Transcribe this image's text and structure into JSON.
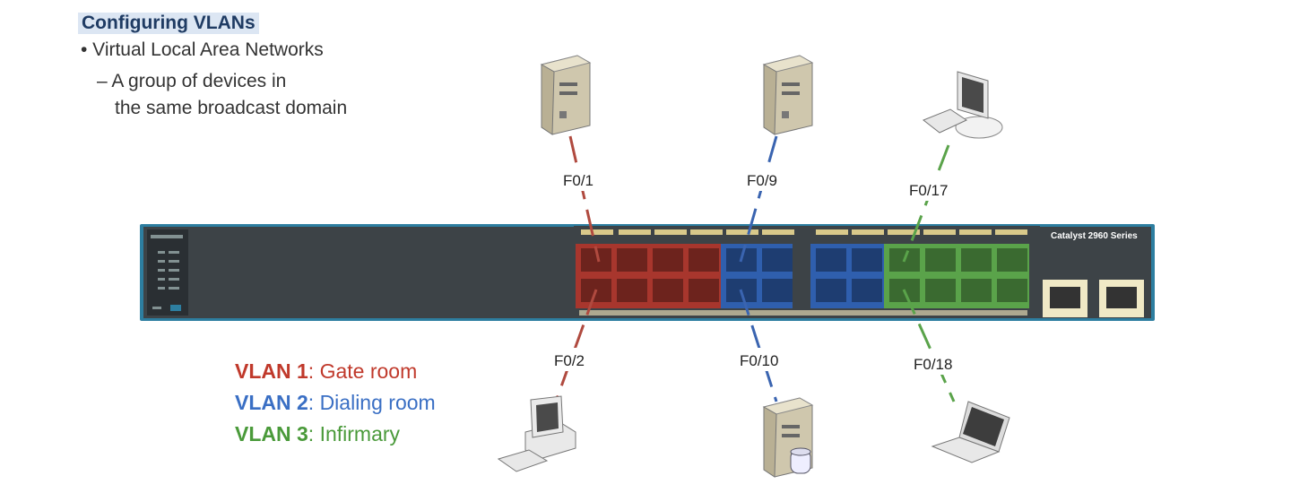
{
  "heading": "Configuring VLANs",
  "bullets": {
    "level1": "• Virtual Local Area Networks",
    "level2_line1": "– A group of devices in",
    "level2_line2": "the same broadcast domain"
  },
  "switch": {
    "model_label": "Catalyst 2960 Series"
  },
  "ports": {
    "p1": "F0/1",
    "p2": "F0/2",
    "p9": "F0/9",
    "p10": "F0/10",
    "p17": "F0/17",
    "p18": "F0/18"
  },
  "legend": [
    {
      "vlan": "VLAN 1",
      "name": ": Gate room",
      "color": "#c0392b"
    },
    {
      "vlan": "VLAN 2",
      "name": ": Dialing room",
      "color": "#3a6fc4"
    },
    {
      "vlan": "VLAN 3",
      "name": ": Infirmary",
      "color": "#4a9a3a"
    }
  ],
  "colors": {
    "vlan1": "#a8362d",
    "vlan2": "#2f5fae",
    "vlan3": "#5aa34a",
    "chassis": "#3d4347",
    "trim": "#2d7ea0"
  },
  "icons": [
    "server-icon",
    "server-icon",
    "desktop-computer-icon",
    "desktop-computer-icon",
    "database-server-icon",
    "laptop-icon"
  ]
}
